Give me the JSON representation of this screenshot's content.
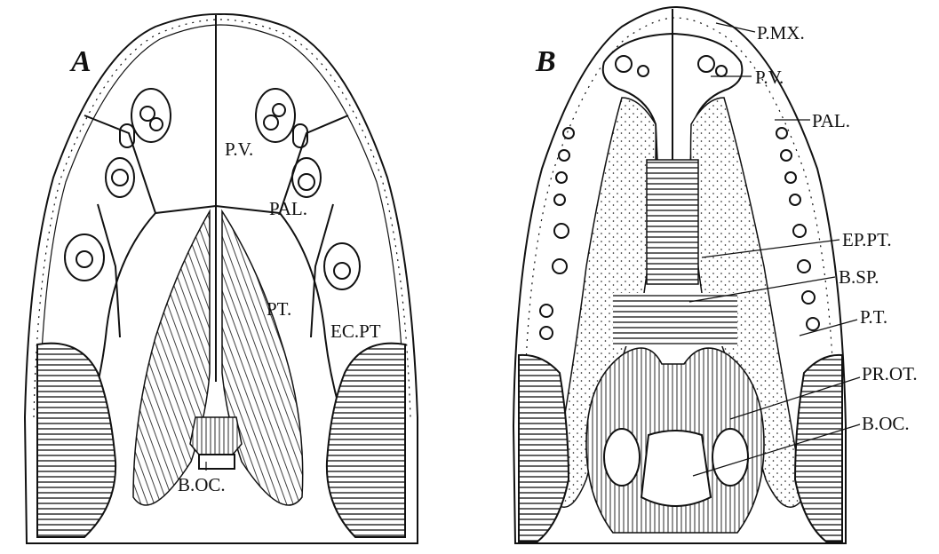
{
  "figure": {
    "panel_a": {
      "letter": "A",
      "labels": {
        "pv": "P.V.",
        "pal": "PAL.",
        "pt": "PT.",
        "ecpt": "EC.PT",
        "boc": "B.OC."
      }
    },
    "panel_b": {
      "letter": "B",
      "labels": {
        "pmx": "P.MX.",
        "pv": "P.V.",
        "pal": "PAL.",
        "eppt": "EP.PT.",
        "bsp": "B.SP.",
        "pt": "P.T.",
        "prot": "PR.OT.",
        "boc": "B.OC."
      }
    }
  }
}
